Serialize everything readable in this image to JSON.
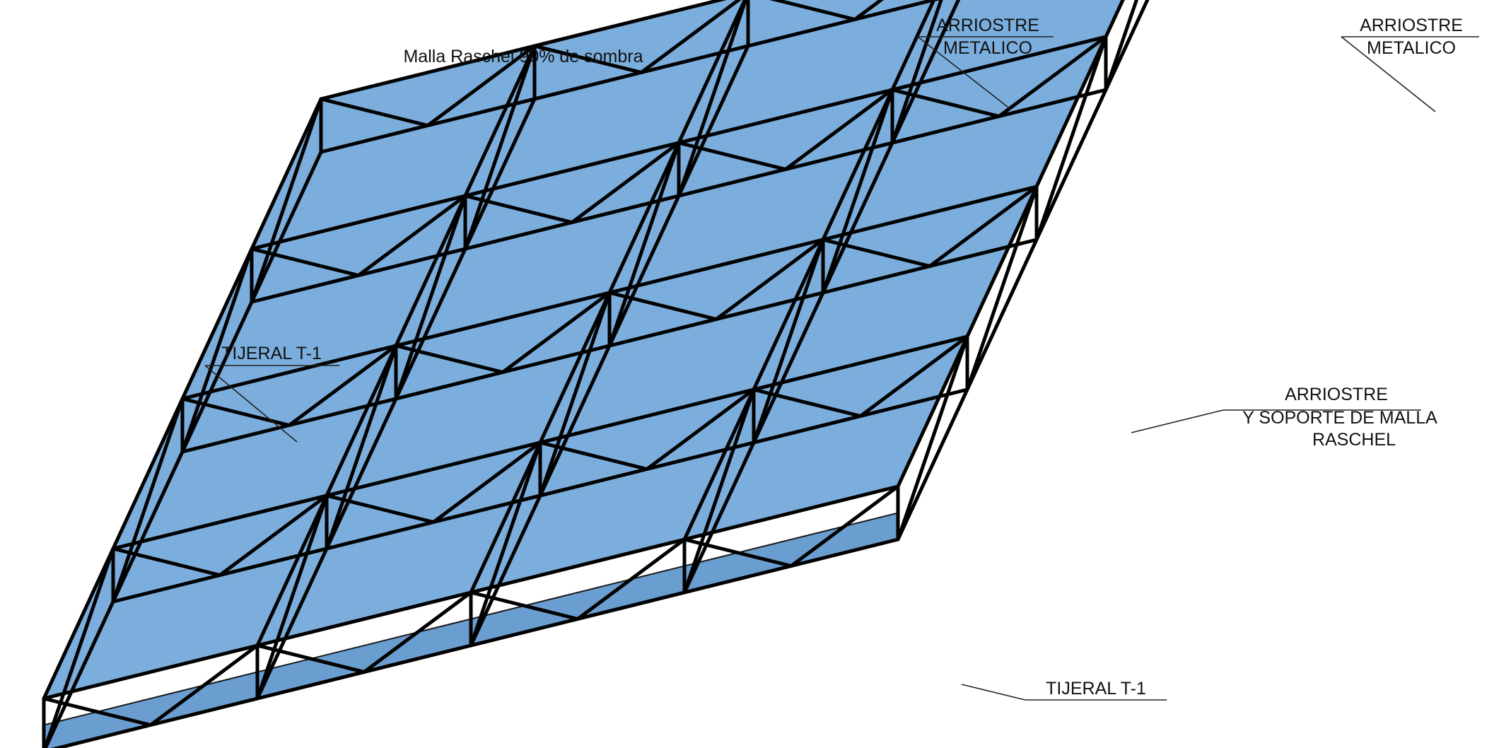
{
  "title": "Malla Raschel 90% de sombra",
  "labels": {
    "arriostre_metalico_1": [
      "ARRIOSTRE",
      "METALICO"
    ],
    "arriostre_metalico_2": [
      "ARRIOSTRE",
      "METALICO"
    ],
    "tijeral_t1_left": "TIJERAL T-1",
    "tijeral_t1_bottom": "TIJERAL T-1",
    "arriostre_soporte": [
      "ARRIOSTRE",
      "Y SOPORTE DE MALLA",
      "RASCHEL"
    ]
  },
  "colors": {
    "mesh": "#7BAEDD",
    "mesh_dark": "#6A9ED0",
    "structure": "#000000",
    "background": "#ffffff"
  }
}
